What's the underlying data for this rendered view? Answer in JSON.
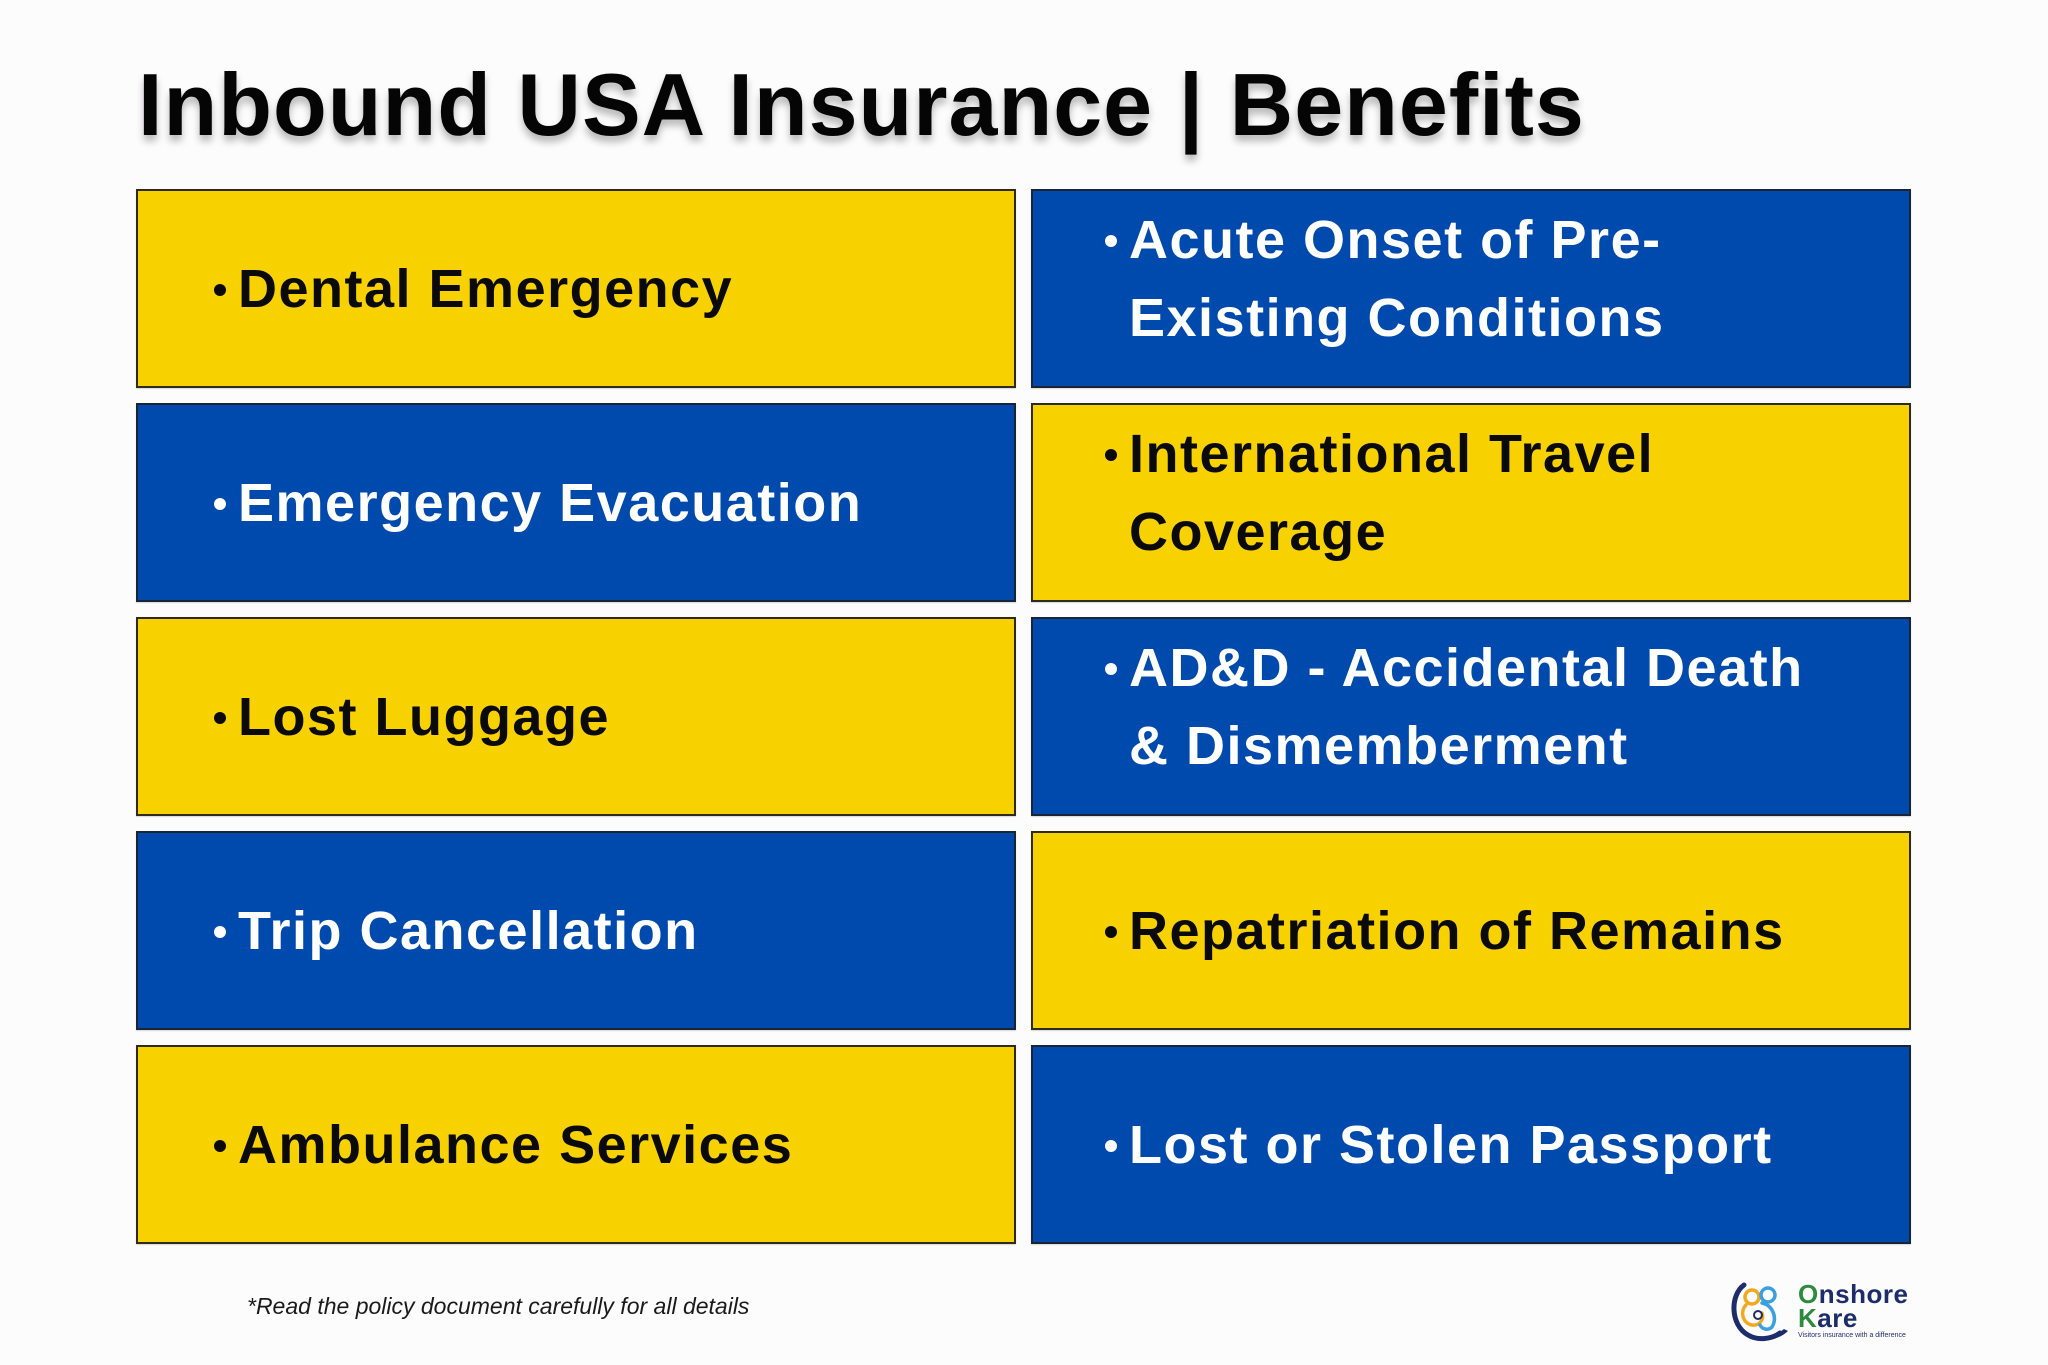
{
  "header": {
    "title": "Inbound USA Insurance | Benefits"
  },
  "colors": {
    "yellow": "#f7d100",
    "blue": "#004aad",
    "dark_text": "#0a0a0a",
    "light_text": "#ffffff",
    "logo_green": "#2e8b3e",
    "logo_navy": "#1d2d6b"
  },
  "benefits": {
    "left": [
      {
        "label": "Dental Emergency",
        "color": "yellow"
      },
      {
        "label": "Emergency Evacuation",
        "color": "blue"
      },
      {
        "label": "Lost Luggage",
        "color": "yellow"
      },
      {
        "label": "Trip Cancellation",
        "color": "blue"
      },
      {
        "label": "Ambulance Services",
        "color": "yellow"
      }
    ],
    "right": [
      {
        "label": "Acute Onset of Pre-",
        "label_line2": "Existing Conditions",
        "color": "blue"
      },
      {
        "label": "International Travel",
        "label_line2": "Coverage",
        "color": "yellow"
      },
      {
        "label": "AD&D - Accidental Death",
        "label_line2": "& Dismemberment",
        "color": "blue"
      },
      {
        "label": "Repatriation of Remains",
        "color": "yellow"
      },
      {
        "label": "Lost or Stolen Passport",
        "color": "blue"
      }
    ]
  },
  "footer": {
    "note": "*Read the policy document carefully for all details",
    "logo": {
      "name_line1_accent": "O",
      "name_line1_rest": "nshore",
      "name_line2_accent": "K",
      "name_line2_rest": "are",
      "tagline": "Visitors insurance with a difference"
    }
  }
}
